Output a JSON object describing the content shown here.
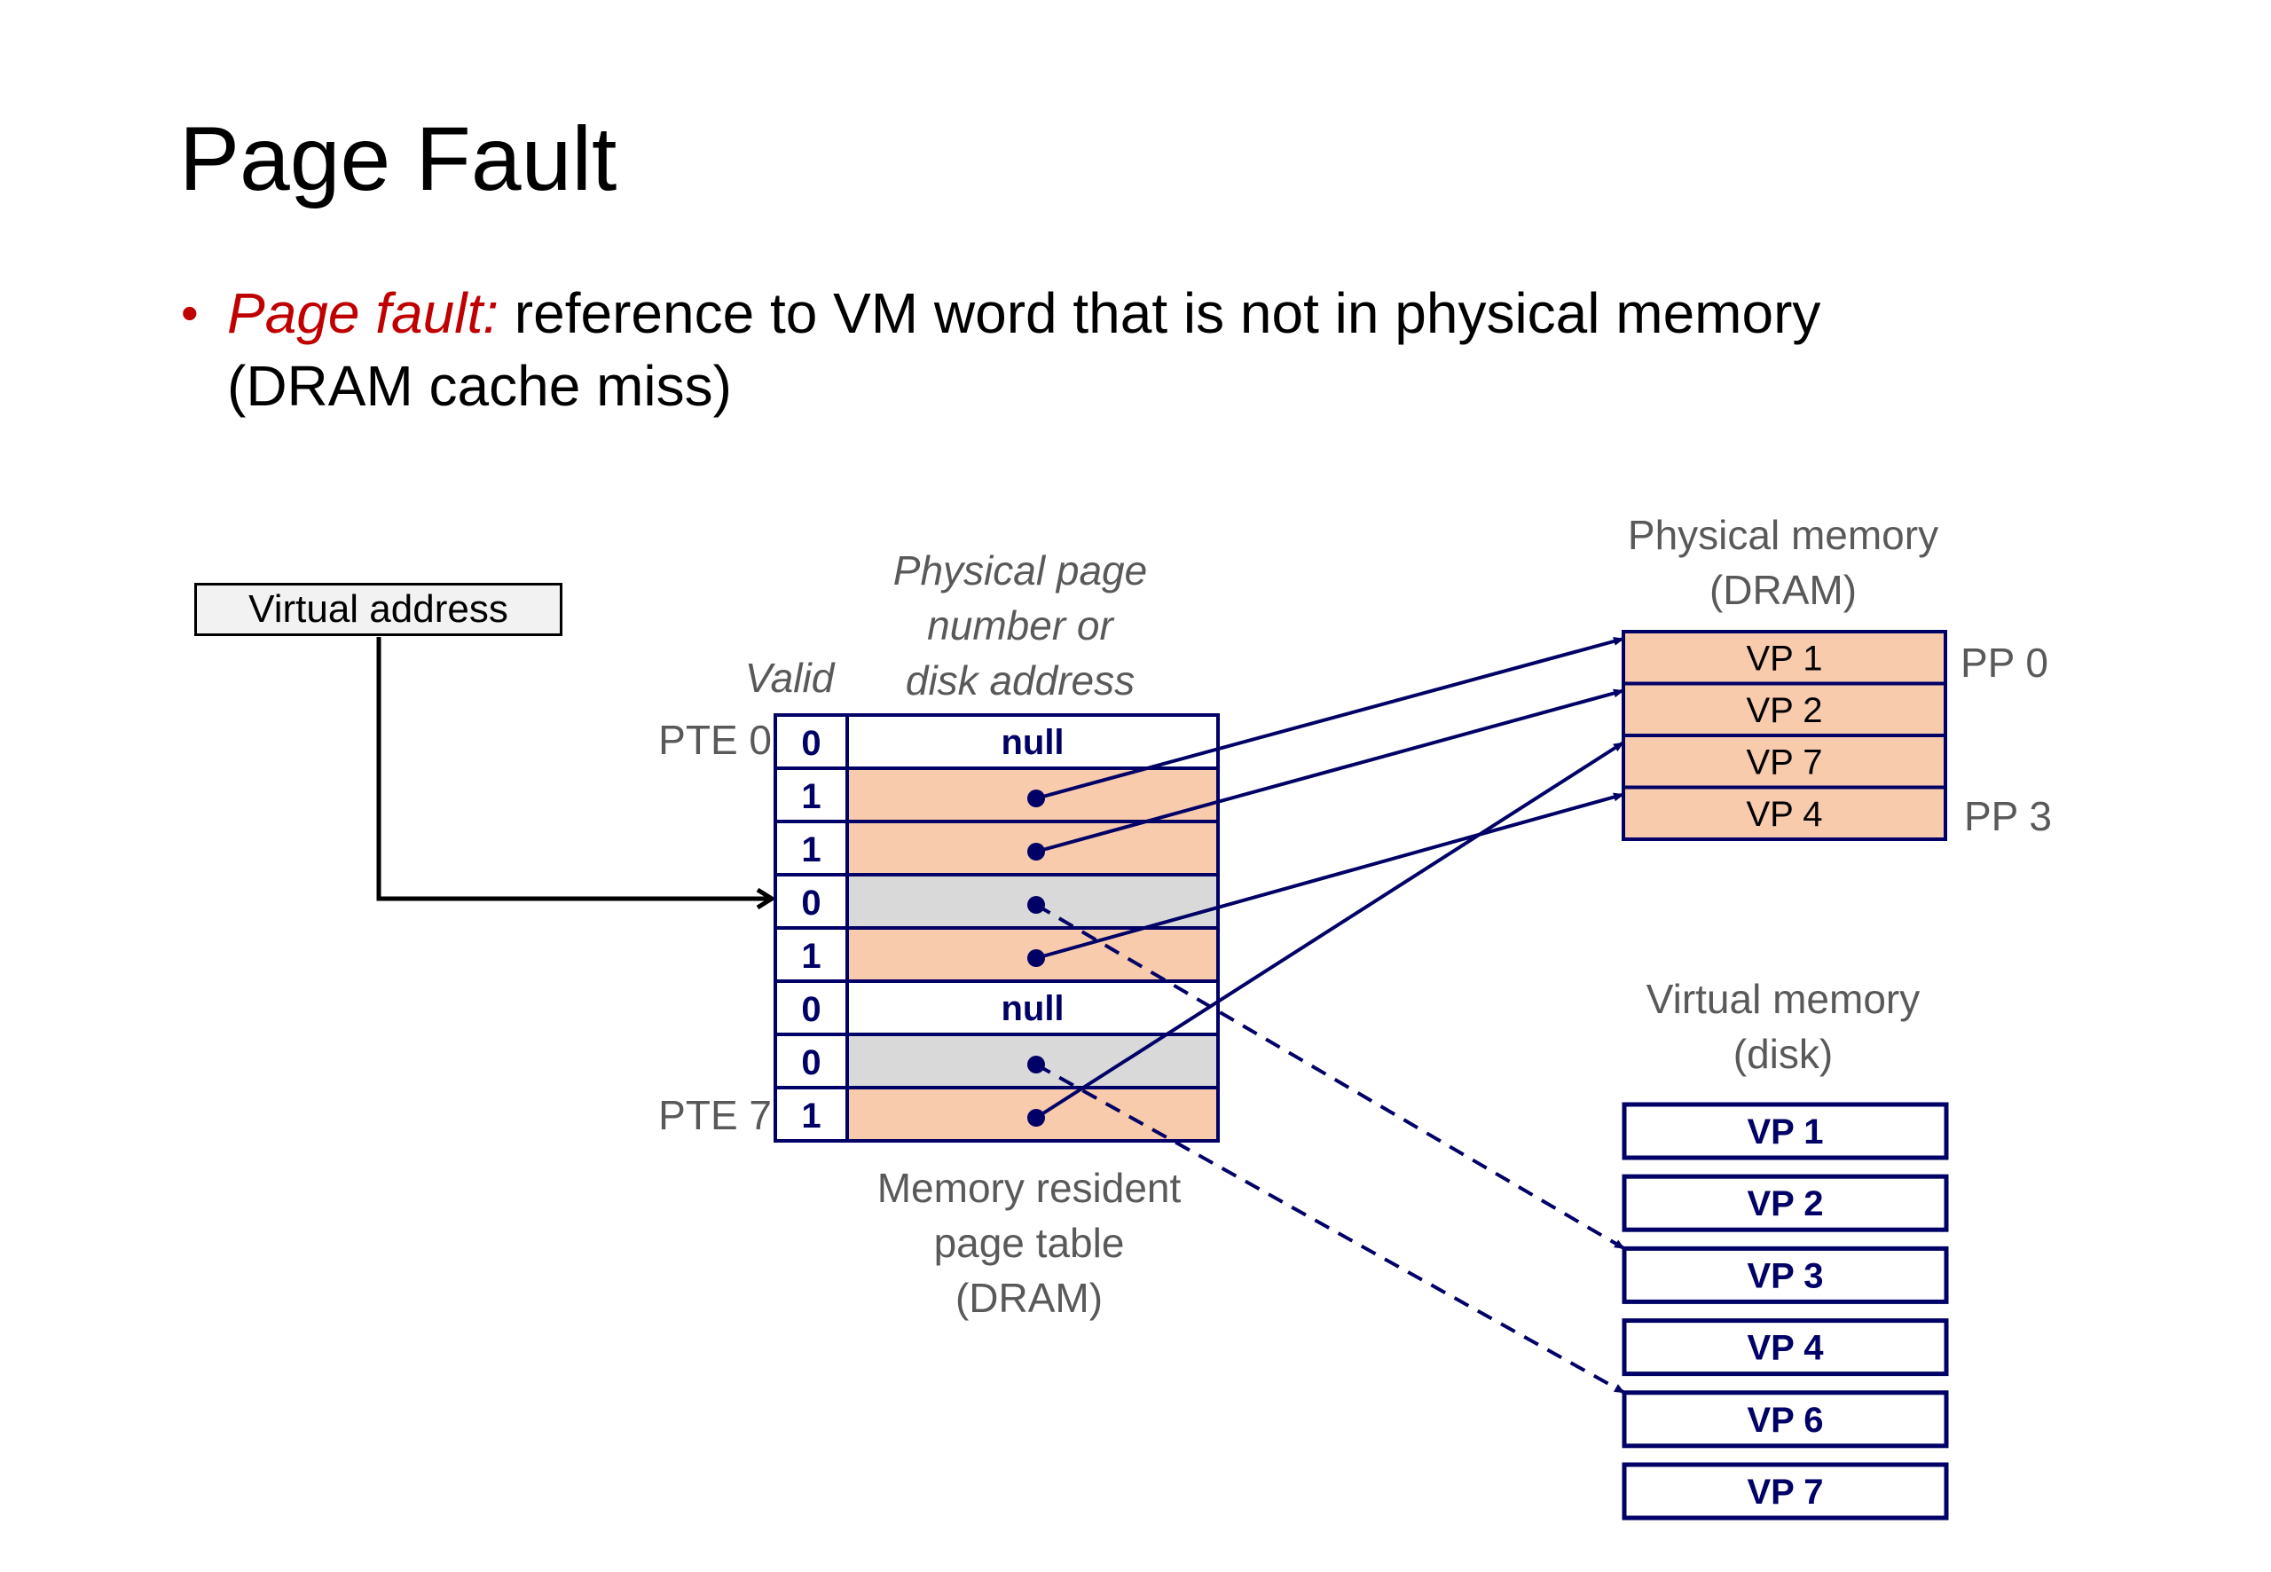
{
  "slide": {
    "title": "Page Fault",
    "bullet": {
      "marker": "•",
      "term": "Page fault:",
      "text_line1": " reference to VM word that is not in physical memory",
      "text_line2": "(DRAM cache miss)"
    }
  },
  "diagram": {
    "virtual_address_label": "Virtual address",
    "page_table": {
      "valid_header": "Valid",
      "ppn_header_lines": [
        "Physical page",
        "number or",
        "disk address"
      ],
      "caption_lines": [
        "Memory resident",
        "page table",
        "(DRAM)"
      ],
      "first_label": "PTE 0",
      "last_label": "PTE 7",
      "accessed_entry": 3,
      "entries": [
        {
          "valid": "0",
          "content": "null",
          "state": "null"
        },
        {
          "valid": "1",
          "content": "",
          "state": "resident",
          "points_to": "pm:0"
        },
        {
          "valid": "1",
          "content": "",
          "state": "resident",
          "points_to": "pm:1"
        },
        {
          "valid": "0",
          "content": "",
          "state": "on-disk",
          "points_to": "disk:2"
        },
        {
          "valid": "1",
          "content": "",
          "state": "resident",
          "points_to": "pm:3"
        },
        {
          "valid": "0",
          "content": "null",
          "state": "null"
        },
        {
          "valid": "0",
          "content": "",
          "state": "on-disk",
          "points_to": "disk:4"
        },
        {
          "valid": "1",
          "content": "",
          "state": "resident",
          "points_to": "pm:2"
        }
      ]
    },
    "physical_memory": {
      "title_lines": [
        "Physical memory",
        "(DRAM)"
      ],
      "pages": [
        "VP 1",
        "VP 2",
        "VP 7",
        "VP 4"
      ],
      "first_label": "PP 0",
      "last_label": "PP 3"
    },
    "virtual_memory": {
      "title_lines": [
        "Virtual memory",
        "(disk)"
      ],
      "pages": [
        "VP 1",
        "VP 2",
        "VP 3",
        "VP 4",
        "VP 6",
        "VP 7"
      ]
    },
    "colors": {
      "resident_fill": "#f8cbad",
      "ondisk_fill": "#d9d9d9",
      "null_fill": "#ffffff",
      "line_color": "#000066",
      "accent_red": "#c00000"
    }
  }
}
